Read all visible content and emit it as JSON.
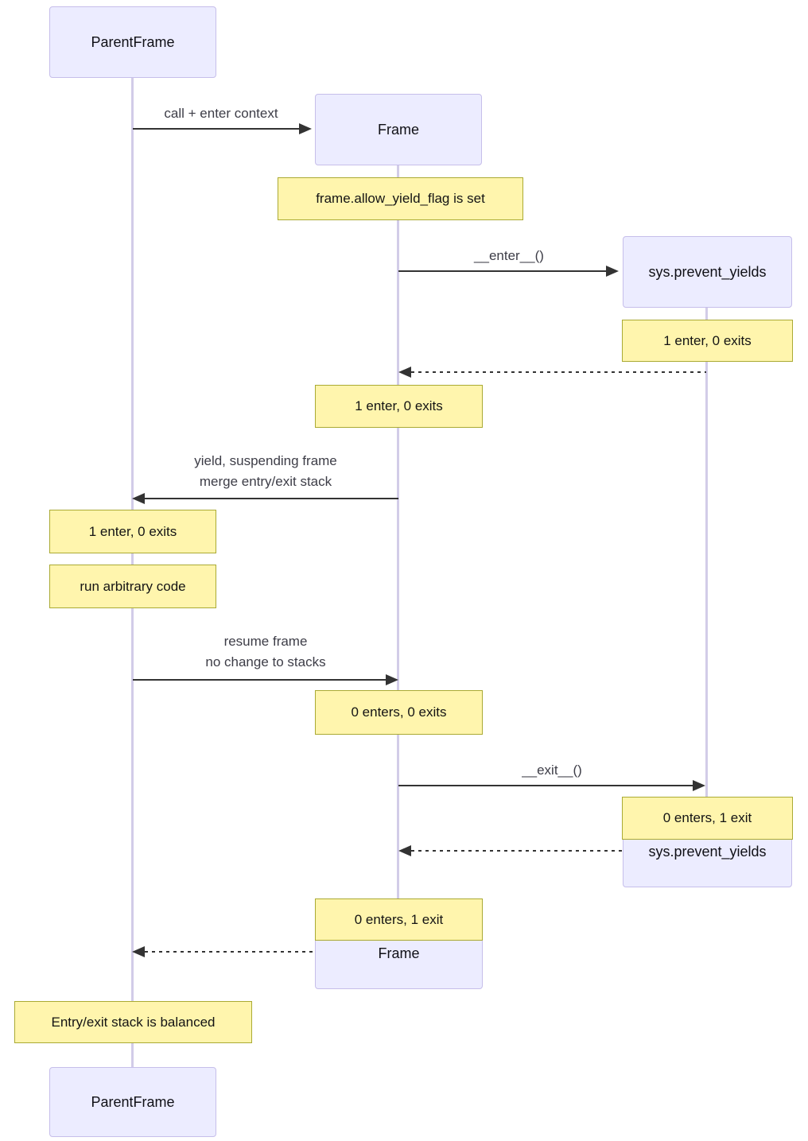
{
  "diagram_type": "sequence-diagram",
  "colors": {
    "actor_fill": "#ECECFF",
    "actor_border": "#c6beea",
    "note_fill": "#FFF5AD",
    "note_border": "#AAAA33",
    "lifeline": "#d2cce8",
    "arrow": "#333333",
    "background": "#ffffff"
  },
  "participants": {
    "parent": {
      "label": "ParentFrame"
    },
    "frame": {
      "label": "Frame"
    },
    "sys": {
      "label": "sys.prevent_yields"
    }
  },
  "messages": {
    "call": "call + enter context",
    "enter": "__enter__()",
    "yield_line1": "yield, suspending frame",
    "yield_line2": "merge entry/exit stack",
    "resume_line1": "resume frame",
    "resume_line2": "no change to stacks",
    "exit": "__exit__()"
  },
  "notes": {
    "allow_yield_flag": "frame.allow_yield_flag is set",
    "sys_enter_count": "1 enter, 0 exits",
    "frame_enter_count": "1 enter, 0 exits",
    "parent_enter_count": "1 enter, 0 exits",
    "run_arbitrary_code": "run arbitrary code",
    "frame_resume_count": "0 enters, 0 exits",
    "sys_exit_count": "0 enters, 1 exit",
    "frame_exit_count": "0 enters, 1 exit",
    "balanced": "Entry/exit stack is balanced"
  }
}
